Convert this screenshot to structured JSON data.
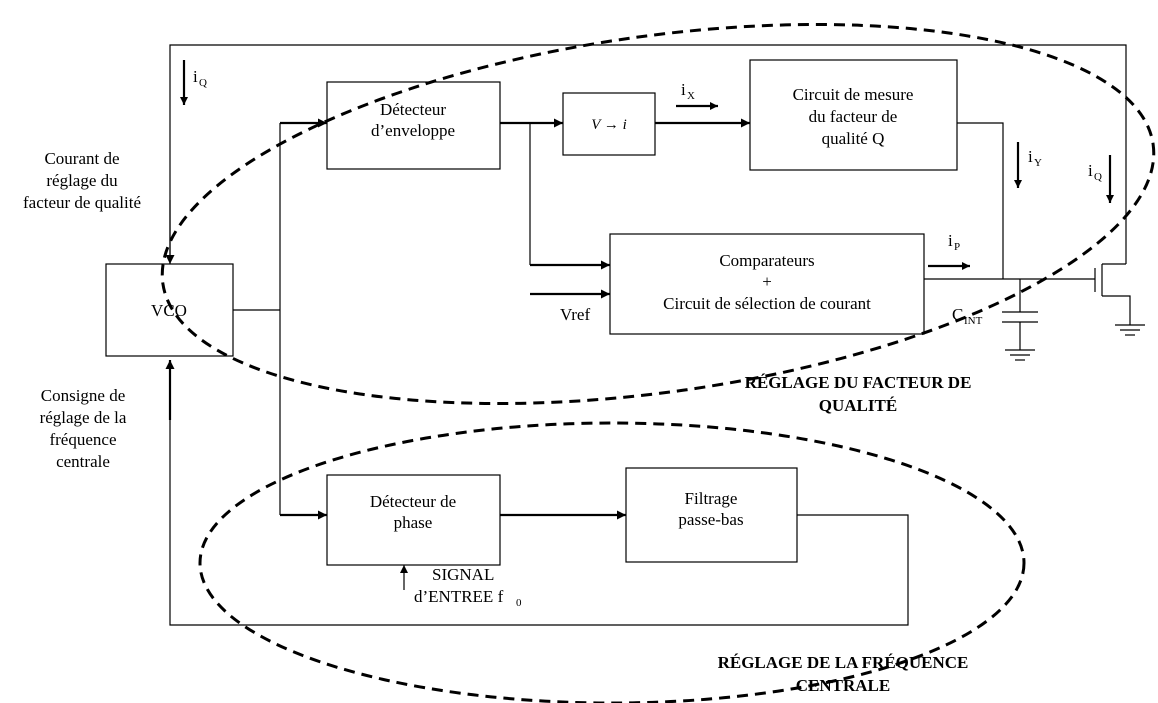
{
  "blocks": {
    "envelope": [
      "Détecteur",
      "d’enveloppe"
    ],
    "v2i": "V → i",
    "qmeasure": [
      "Circuit de mesure",
      "du facteur de",
      "qualité Q"
    ],
    "comparators": [
      "Comparateurs",
      "+",
      "Circuit de sélection de courant"
    ],
    "vco": "VCO",
    "phase": [
      "Détecteur de",
      "phase"
    ],
    "filter": [
      "Filtrage",
      "passe-bas"
    ]
  },
  "labels": {
    "courant_reglage": [
      "Courant de",
      "réglage du",
      "facteur de qualité"
    ],
    "consigne": [
      "Consigne de",
      "réglage de la",
      "fréquence",
      "centrale"
    ],
    "vref": "Vref",
    "signal": [
      "SIGNAL",
      "d’ENTREE f"
    ],
    "signal_sub": "0",
    "cint": "C",
    "cint_sub": "INT"
  },
  "currents": {
    "iq_left": {
      "main": "i",
      "sub": "Q"
    },
    "ix": {
      "main": "i",
      "sub": "X"
    },
    "iy": {
      "main": "i",
      "sub": "Y"
    },
    "iq_right": {
      "main": "i",
      "sub": "Q"
    },
    "ip": {
      "main": "i",
      "sub": "P"
    }
  },
  "regions": {
    "q_tuning": [
      "RÉGLAGE DU FACTEUR DE",
      "QUALITÉ"
    ],
    "f_tuning": [
      "RÉGLAGE DE LA FRÉQUENCE",
      "CENTRALE"
    ]
  }
}
